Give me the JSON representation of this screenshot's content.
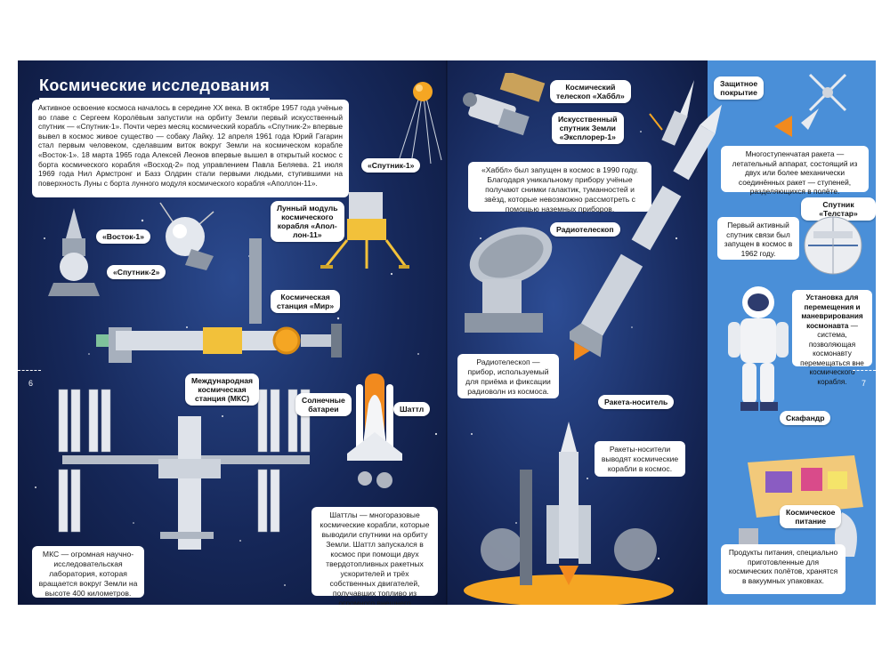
{
  "page": {
    "title": "Космические исследования",
    "page_left_number": "6",
    "page_right_number": "7"
  },
  "left": {
    "intro": "Активное освоение космоса началось в середине XX века. В октябре 1957 года учёные во главе с Сергеем Королёвым запустили на орбиту Земли первый искусственный спутник — «Спутник-1». Почти через месяц космический корабль «Спутник-2» впервые вывел в космос живое существо — собаку Лайку. 12 апреля 1961 года Юрий Гагарин стал первым человеком, сделавшим виток вокруг Земли на космическом корабле «Восток-1». 18 марта 1965 года Алексей Леонов впервые вышел в открытый космос с борта космического корабля «Восход-2» под управлением Павла Беляева. 21 июля 1969 года Нил Армстронг и Базз Олдрин стали первыми людьми, ступившими на поверхность Луны с борта лунного модуля космического корабля «Аполлон-11».",
    "labels": {
      "sputnik1": "«Спутник-1»",
      "vostok1": "«Восток-1»",
      "sputnik2": "«Спутник-2»",
      "lunar_module": "Лунный модуль\nкосмического\nкорабля «Апол-\nлон-11»",
      "mir": "Космическая\nстанция «Мир»",
      "iss": "Международная\nкосмическая\nстанция (МКС)",
      "solar": "Солнечные\nбатареи",
      "shuttle": "Шаттл"
    },
    "iss_text": "МКС — огромная научно-исследовательская лаборатория, которая вращается вокруг Земли на высоте 400 километров.",
    "shuttle_text": "Шаттлы — многоразовые космические корабли, которые выводили спутники на орбиту Земли. Шаттл запускался в космос при помощи двух твердотопливных ракетных ускорителей и трёх собственных двигателей, получавших топливо из огромного внешнего подвесного бака."
  },
  "middle": {
    "labels": {
      "hubble": "Космический\nтелескоп «Хаббл»",
      "explorer": "Искусственный\nспутник Земли\n«Эксплорер-1»",
      "radio": "Радиотелескоп",
      "launcher": "Ракета-носитель"
    },
    "hubble_text": "«Хаббл» был запущен в космос в 1990 году. Благодаря уникальному прибору учёные получают снимки галактик, туманностей и звёзд, которые невозможно рассмотреть с помощью наземных приборов.",
    "radio_text": "Радиотелескоп — прибор, используемый для приёма и фиксации радиоволн из космоса.",
    "launcher_text": "Ракеты-носители выводят космические корабли в космос."
  },
  "right": {
    "labels": {
      "shield": "Защитное\nпокрытие",
      "telstar": "Спутник «Телстар»",
      "spacesuit": "Скафандр",
      "food": "Космическое\nпитание"
    },
    "multistage_text": "Многоступенчатая ракета — летательный аппарат, состоящий из двух или более механически соединённых ракет — ступеней, разделяющихся в полёте.",
    "telstar_text": "Первый активный спутник связи был запущен в космос в 1962 году.",
    "mmu_title": "Установка для перемещения и маневрирования космонавта",
    "mmu_text": "— система, позволяющая космонавту перемещаться вне космического корабля.",
    "food_text": "Продукты питания, специально приготовленные для космических полётов, хранятся в вакуумных упаковках."
  },
  "colors": {
    "space_dark": "#16285a",
    "right_panel": "#4a8fd8",
    "flame": "#f28a1e"
  }
}
